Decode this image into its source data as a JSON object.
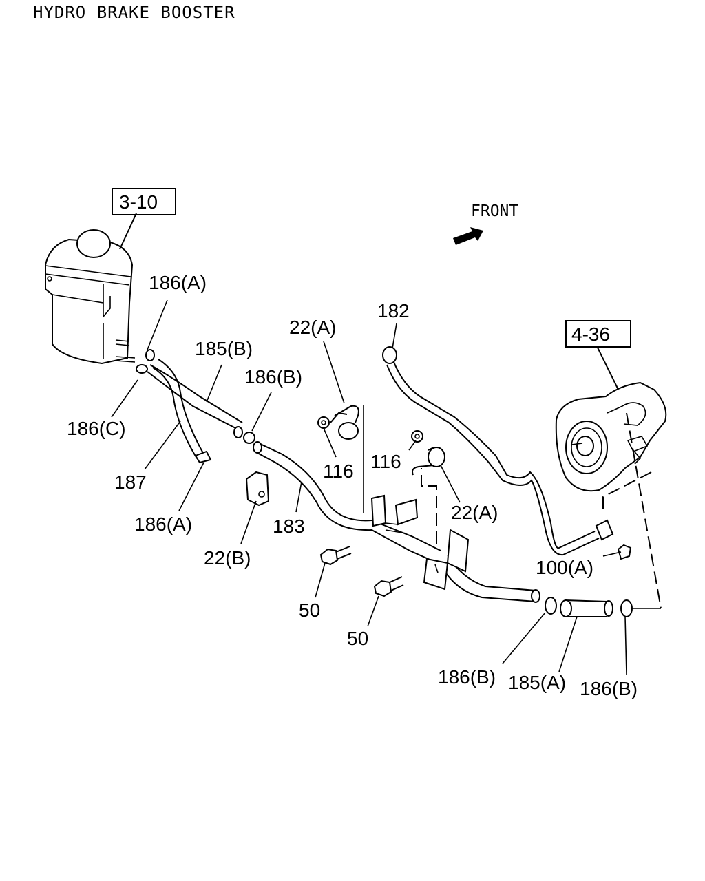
{
  "title": "HYDRO BRAKE BOOSTER",
  "front_label": "FRONT",
  "refs": {
    "reservoir": "3-10",
    "pump": "4-36"
  },
  "labels": {
    "l186a_top": "186(A)",
    "l185b": "185(B)",
    "l186b_mid": "186(B)",
    "l186c": "186(C)",
    "l187": "187",
    "l186a_bottom": "186(A)",
    "l183": "183",
    "l22b": "22(B)",
    "l22a_top": "22(A)",
    "l116_left": "116",
    "l116_right": "116",
    "l22a_right": "22(A)",
    "l182": "182",
    "l100a": "100(A)",
    "l50_upper": "50",
    "l50_lower": "50",
    "l186b_bottom_left": "186(B)",
    "l185a": "185(A)",
    "l186b_bottom_right": "186(B)"
  }
}
